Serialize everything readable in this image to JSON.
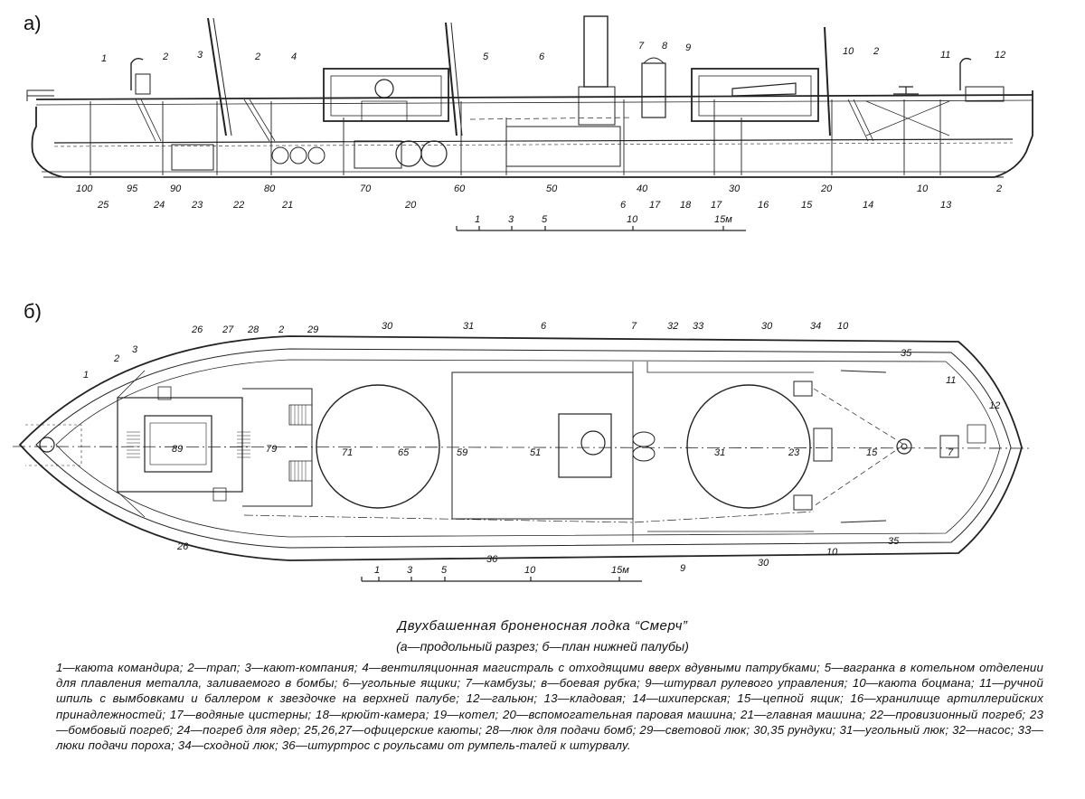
{
  "section_a_label": "а)",
  "section_b_label": "б)",
  "caption": {
    "title": "Двухбашенная броненосная лодка “Смерч”",
    "subtitle": "(а—продольный разрез; б—план нижней палубы)",
    "legend": "1—каюта командира; 2—трап; 3—кают-компания; 4—вентиляционная магистраль с отходящими вверх вдувными патрубками; 5—вагранка в котельном отделении для плавления металла, заливаемого в бомбы; 6—угольные ящики; 7—камбузы; в—боевая рубка; 9—штурвал рулевого управления; 10—каюта боцмана; 11—ручной шпиль с вымбовками и баллером к звездочке на верхней палубе; 12—гальюн; 13—кладовая; 14—шхиперская; 15—цепной ящик; 16—хранилище артиллерийских принадлежностей; 17—водяные цистерны; 18—крюйт-камера; 19—котел; 20—вспомогательная паровая машина; 21—главная машина; 22—провизионный погреб; 23—бомбовый погреб; 24—погреб для ядер; 25,26,27—офицерские каюты; 28—люк для подачи бомб; 29—световой люк; 30,35 рундуки; 31—угольный люк; 32—насос; 33—люки подачи пороха; 34—сходной люк; 36—штуртрос с роульсами от румпель-талей к штурвалу."
  },
  "profile": {
    "callouts_top": [
      "1",
      "2",
      "3",
      "2",
      "4",
      "5",
      "6",
      "7",
      "8",
      "9",
      "10",
      "2",
      "11",
      "12"
    ],
    "callouts_bottom": [
      "25",
      "24",
      "23",
      "22",
      "21",
      "20",
      "6",
      "17",
      "18",
      "17",
      "16",
      "15",
      "14",
      "13"
    ],
    "frame_numbers": [
      "100",
      "95",
      "90",
      "80",
      "70",
      "60",
      "50",
      "40",
      "30",
      "20",
      "10",
      "2"
    ],
    "scale": [
      "1",
      "3",
      "5",
      "10",
      "15м"
    ]
  },
  "plan": {
    "callouts": [
      "1",
      "2",
      "3",
      "26",
      "27",
      "28",
      "2",
      "29",
      "30",
      "31",
      "6",
      "7",
      "32",
      "33",
      "30",
      "34",
      "10",
      "35",
      "11",
      "12",
      "26",
      "36",
      "9",
      "30",
      "10",
      "35"
    ],
    "centerline_numbers": [
      "89",
      "79",
      "71",
      "65",
      "59",
      "51",
      "31",
      "23",
      "15",
      "7"
    ],
    "scale": [
      "1",
      "3",
      "5",
      "10",
      "15м"
    ]
  }
}
